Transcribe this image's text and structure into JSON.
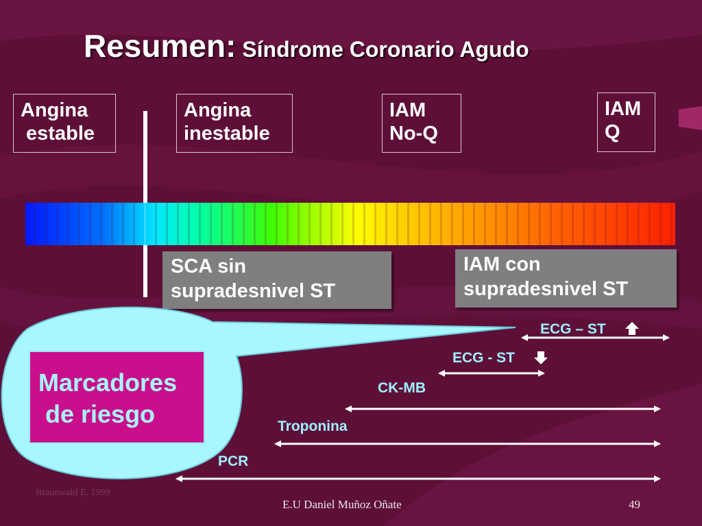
{
  "title": {
    "main": "Resumen:",
    "sub": "Síndrome Coronario Agudo"
  },
  "stages": [
    {
      "line1": "Angina",
      "line2": " estable"
    },
    {
      "line1": "Angina",
      "line2": "inestable"
    },
    {
      "line1": "IAM",
      "line2": "No-Q"
    },
    {
      "line1": "IAM",
      "line2": "Q"
    }
  ],
  "groups": {
    "sin_st": {
      "line1": "SCA sin",
      "line2": "supradesnivel ST"
    },
    "con_st": {
      "line1": "IAM con",
      "line2": "supradesnivel ST"
    }
  },
  "risk": {
    "line1": "Marcadores",
    "line2": " de riesgo"
  },
  "markers": [
    {
      "name": "ECG – ST",
      "arrow": "up"
    },
    {
      "name": "ECG - ST",
      "arrow": "down"
    },
    {
      "name": "CK-MB",
      "arrow": ""
    },
    {
      "name": "Troponina",
      "arrow": ""
    },
    {
      "name": "PCR",
      "arrow": ""
    }
  ],
  "footer": {
    "source": "Braunwald E, 1999",
    "author": "E.U Daniel Muñoz Oñate",
    "page": "49"
  },
  "colors": {
    "background": "#5e0f38",
    "marker_text": "#9ff0ff",
    "bubble": "#a8f6ff",
    "risk_box": "#c90f8b",
    "group_box": "#7e7f7e"
  }
}
